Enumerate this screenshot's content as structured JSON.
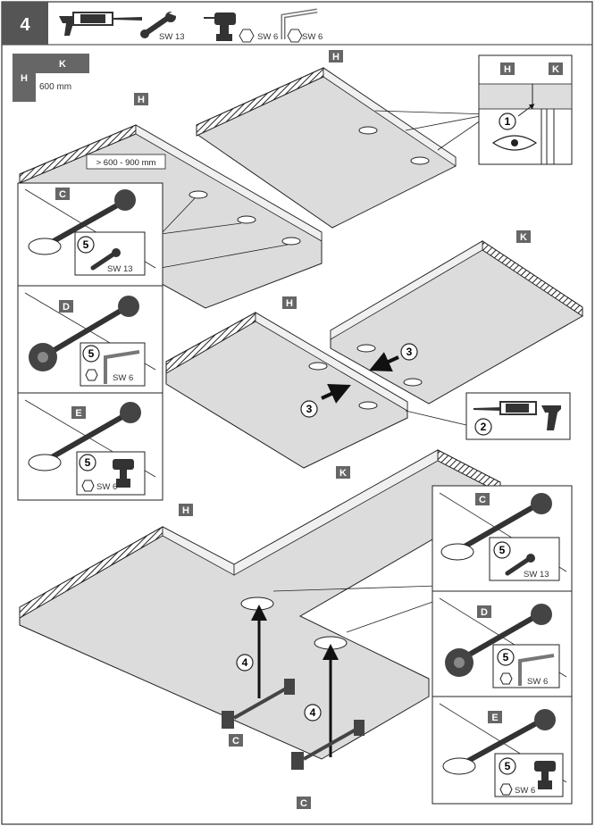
{
  "header": {
    "step_number": "4",
    "tool_sw13": "SW 13",
    "tool_sw6_drill": "SW 6",
    "tool_sw6_allen": "SW 6"
  },
  "legend": {
    "h": "H",
    "k": "K",
    "size": "600 mm"
  },
  "labels": {
    "h": "H",
    "k": "K",
    "c": "C",
    "d": "D",
    "e": "E",
    "range": "> 600 - 900 mm",
    "sw13": "SW 13",
    "sw6": "SW 6",
    "n1": "1",
    "n2": "2",
    "n3": "3",
    "n4": "4",
    "n5": "5"
  },
  "colors": {
    "panel": "#dcdcdc",
    "box": "#666666",
    "step_bg": "#555555",
    "line": "#222222"
  }
}
